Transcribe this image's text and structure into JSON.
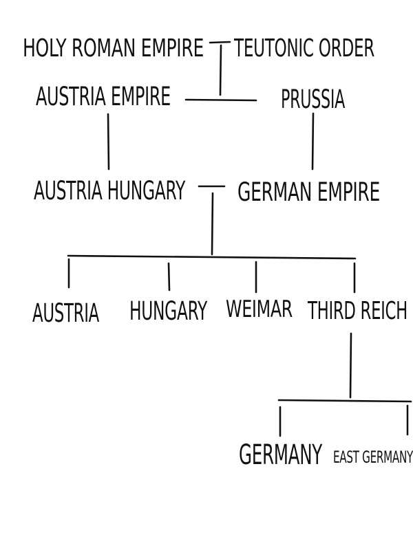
{
  "nodes": {
    "holy_roman_empire": "HOLY ROMAN EMPIRE",
    "teutonic_order": "TEUTONIC ORDER",
    "austria_empire": "AUSTRIA EMPIRE",
    "prussia": "PRUSSIA",
    "austria_hungary": "AUSTRIA HUNGARY",
    "german_empire": "GERMAN EMPIRE",
    "austria": "AUSTRIA",
    "hungary": "HUNGARY",
    "weimar": "WEIMAR",
    "third_reich": "THIRD REICH",
    "germany": "GERMANY",
    "east_germany": "EAST GERMANY"
  },
  "colors": {
    "ink": "#111111",
    "background": "#ffffff"
  }
}
